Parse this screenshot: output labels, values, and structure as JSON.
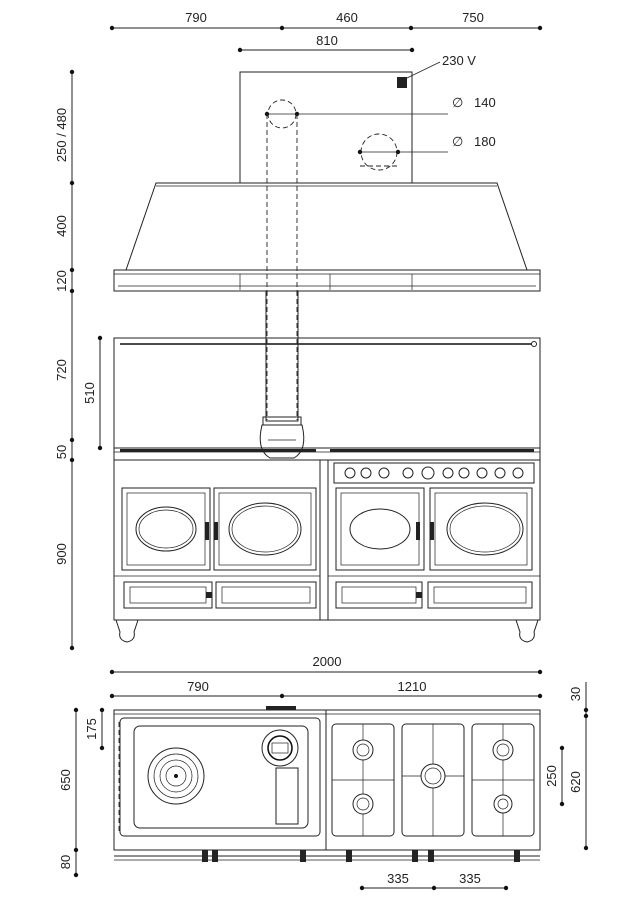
{
  "dimensions": {
    "top_left": "790",
    "top_middle": "460",
    "top_right": "750",
    "hood_top": "810",
    "voltage": "230 V",
    "dia_140": "140",
    "dia_180": "180",
    "diameter_symbol": "∅",
    "h_250_480": "250 / 480",
    "h_400": "400",
    "h_120": "120",
    "h_720": "720",
    "h_510": "510",
    "h_50": "50",
    "h_900": "900",
    "total_width": "2000",
    "plan_left": "790",
    "plan_right": "1210",
    "plan_175": "175",
    "plan_650": "650",
    "plan_80": "80",
    "plan_30": "30",
    "plan_250": "250",
    "plan_620": "620",
    "plan_335a": "335",
    "plan_335b": "335"
  }
}
